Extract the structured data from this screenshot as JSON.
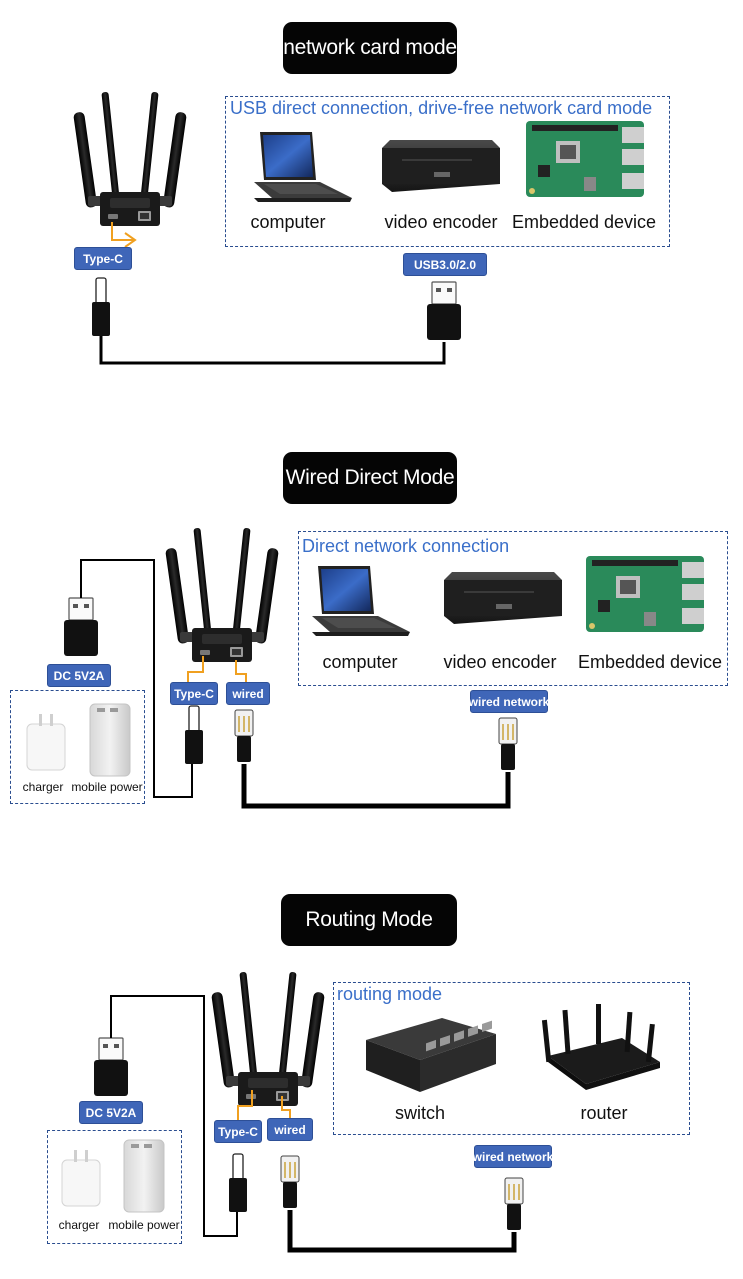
{
  "sections": [
    {
      "title": "network card mode",
      "box_heading": "USB direct connection, drive-free network card mode",
      "devices": [
        "computer",
        "video encoder",
        "Embedded device"
      ],
      "tags": [
        "Type-C",
        "USB3.0/2.0"
      ]
    },
    {
      "title": "Wired Direct Mode",
      "box_heading": "Direct network connection",
      "devices": [
        "computer",
        "video encoder",
        "Embedded device"
      ],
      "tags": [
        "DC 5V2A",
        "Type-C",
        "wired",
        "wired network"
      ],
      "power_sources": [
        "charger",
        "mobile power"
      ]
    },
    {
      "title": "Routing Mode",
      "box_heading": "routing mode",
      "devices": [
        "switch",
        "router"
      ],
      "tags": [
        "DC 5V2A",
        "Type-C",
        "wired",
        "wired network"
      ],
      "power_sources": [
        "charger",
        "mobile power"
      ]
    }
  ],
  "colors": {
    "heading_blue": "#3a6fc9",
    "tag_blue": "#3f66b8",
    "pill_black": "#050505"
  }
}
